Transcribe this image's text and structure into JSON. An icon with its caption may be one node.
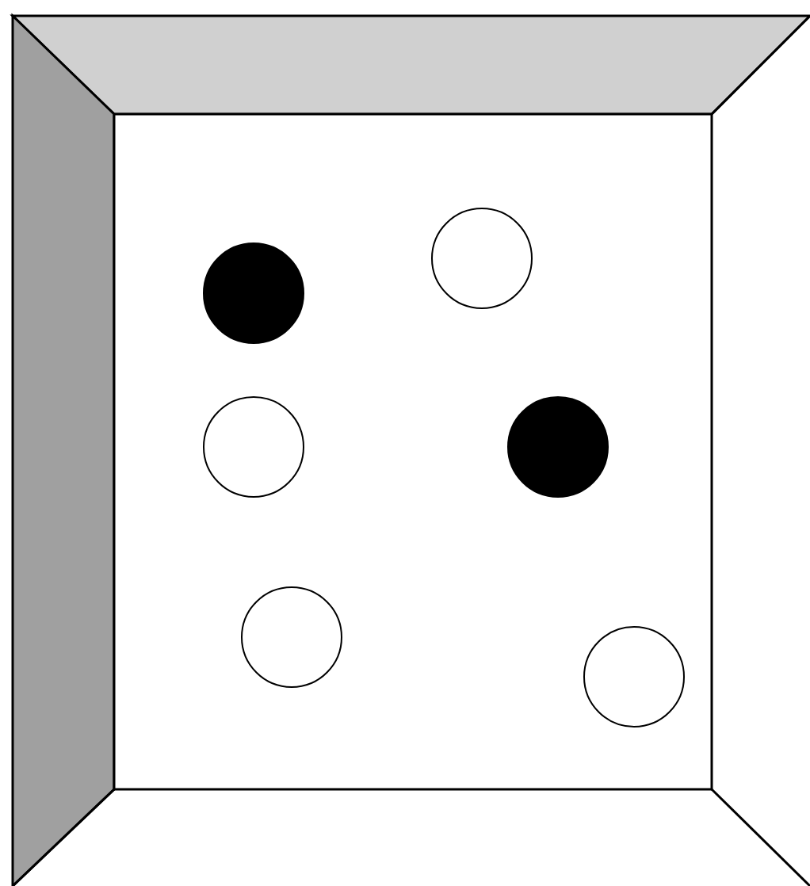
{
  "diagram": {
    "nodes": [
      {
        "text": [],
        "shape": "circle"
      },
      {
        "text": [],
        "shape": "dot"
      },
      {
        "text": [],
        "shape": "circle"
      },
      {
        "text": [],
        "shape": "dot"
      },
      {
        "text": [],
        "shape": "circle"
      },
      {
        "text": [],
        "shape": "circle"
      }
    ]
  }
}
